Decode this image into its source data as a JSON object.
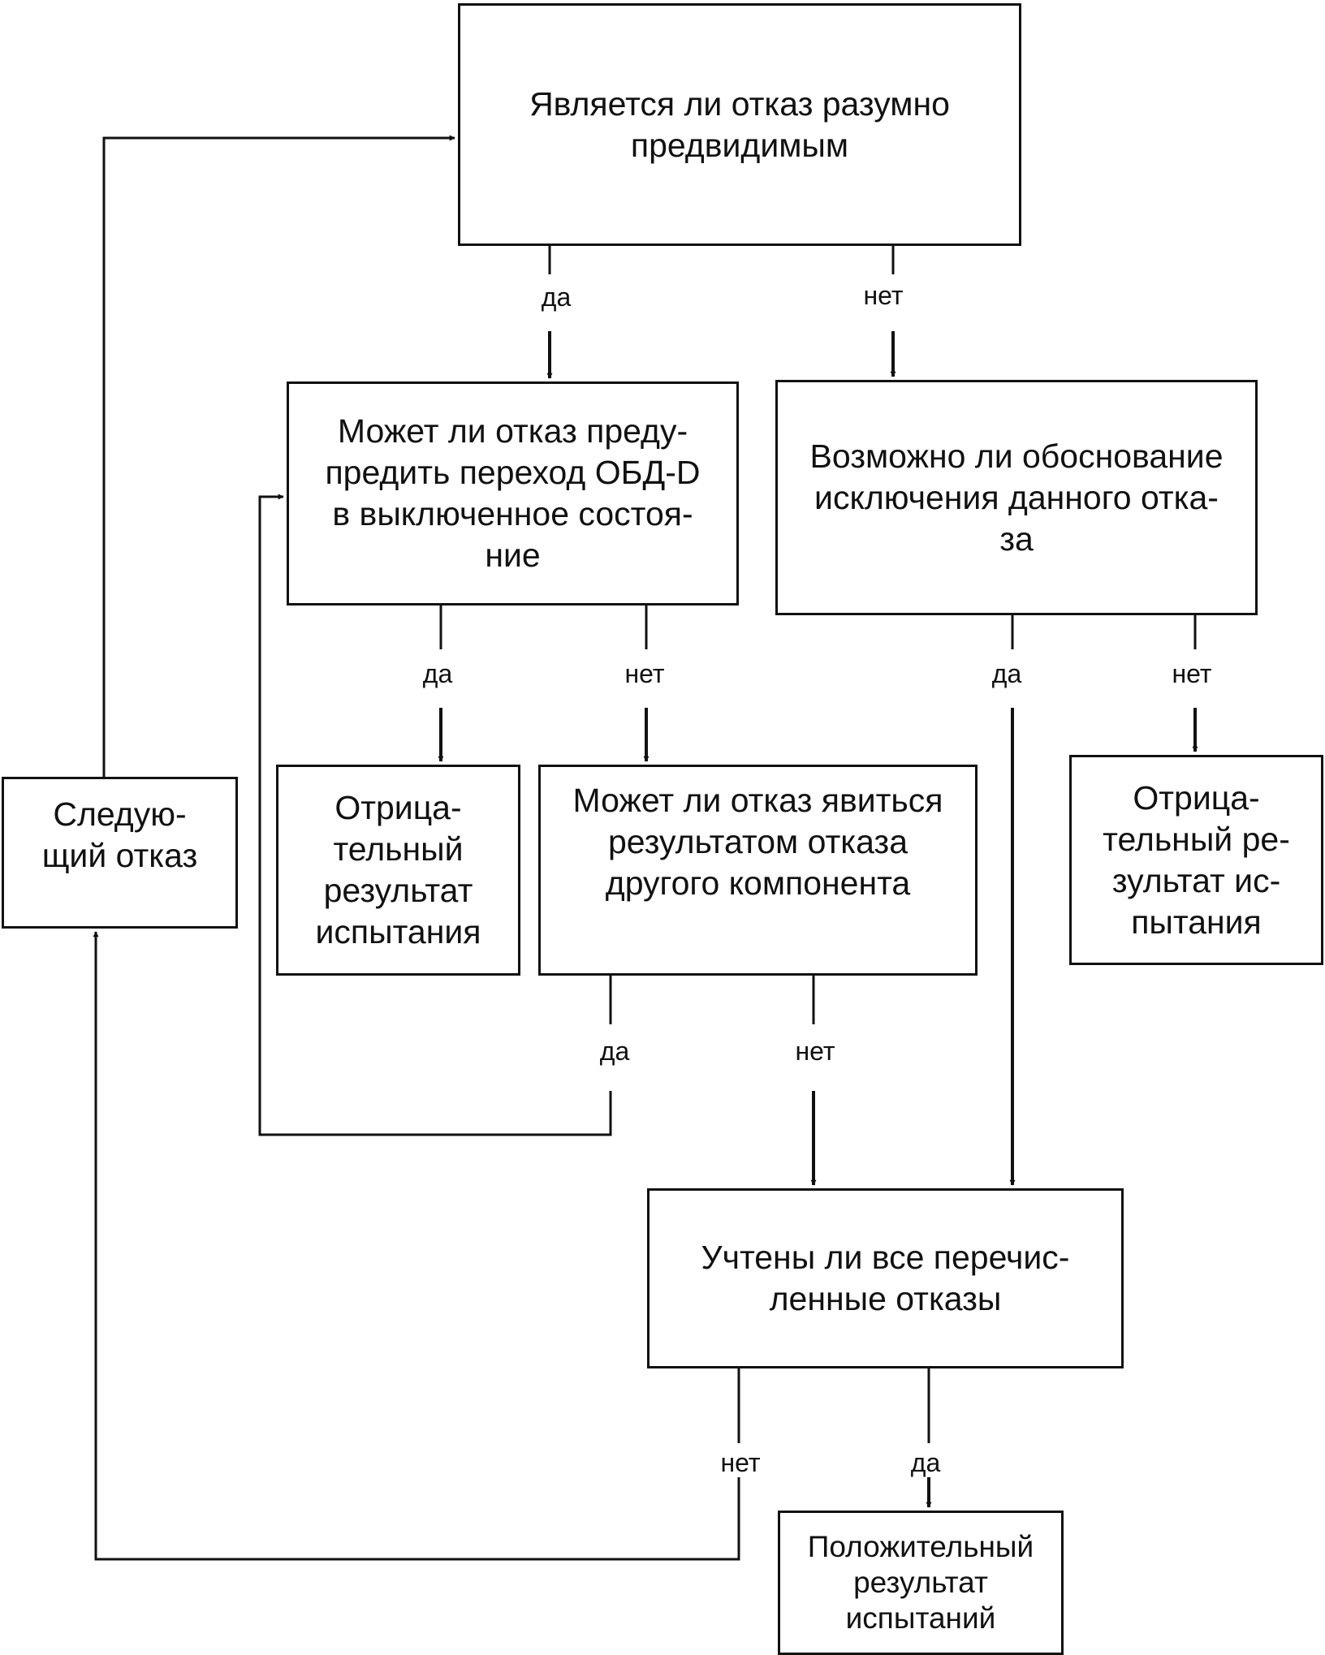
{
  "boxes": {
    "q_foreseeable": "Является ли отказ разумно предвидимым",
    "q_prevent_off": "Может ли отказ преду-предить переход ОБД-D в выключенное состоя-ние",
    "q_justify": "Возможно ли обоснование исключения данного отка-за",
    "negative_1": "Отрица-тельный результат испытания",
    "q_other_component": "Может ли отказ явиться результатом отказа другого компонента",
    "negative_2": "Отрица-тельный ре-зультат ис-пытания",
    "next_failure": "Следую-щий отказ",
    "q_all_counted": "Учтены ли все перечис-ленные отказы",
    "positive": "Положительный результат испытаний"
  },
  "lines_html": {
    "q_foreseeable": [
      "Является ли отказ разумно",
      "предвидимым"
    ],
    "q_prevent_off": [
      "Может ли отказ преду-",
      "предить переход ОБД-D",
      "в выключенное состоя-",
      "ние"
    ],
    "q_justify": [
      "Возможно ли обоснование",
      "исключения данного отка-",
      "за"
    ],
    "negative_1": [
      "Отрица-",
      "тельный",
      "результат",
      "испытания"
    ],
    "q_other_component": [
      "Может ли отказ явиться",
      "результатом отказа",
      "другого компонента"
    ],
    "negative_2": [
      "Отрица-",
      "тельный ре-",
      "зультат ис-",
      "пытания"
    ],
    "next_failure": [
      "Следую-",
      "щий отказ"
    ],
    "q_all_counted": [
      "Учтены ли все перечис-",
      "ленные отказы"
    ],
    "positive": [
      "Положительный",
      "результат",
      "испытаний"
    ]
  },
  "labels": {
    "q1_yes": "да",
    "q1_no": "нет",
    "q2_yes": "да",
    "q2_no": "нет",
    "q3_yes": "да",
    "q3_no": "нет",
    "q4_yes": "да",
    "q4_no": "нет",
    "q5_no": "нет",
    "q5_yes": "да"
  }
}
